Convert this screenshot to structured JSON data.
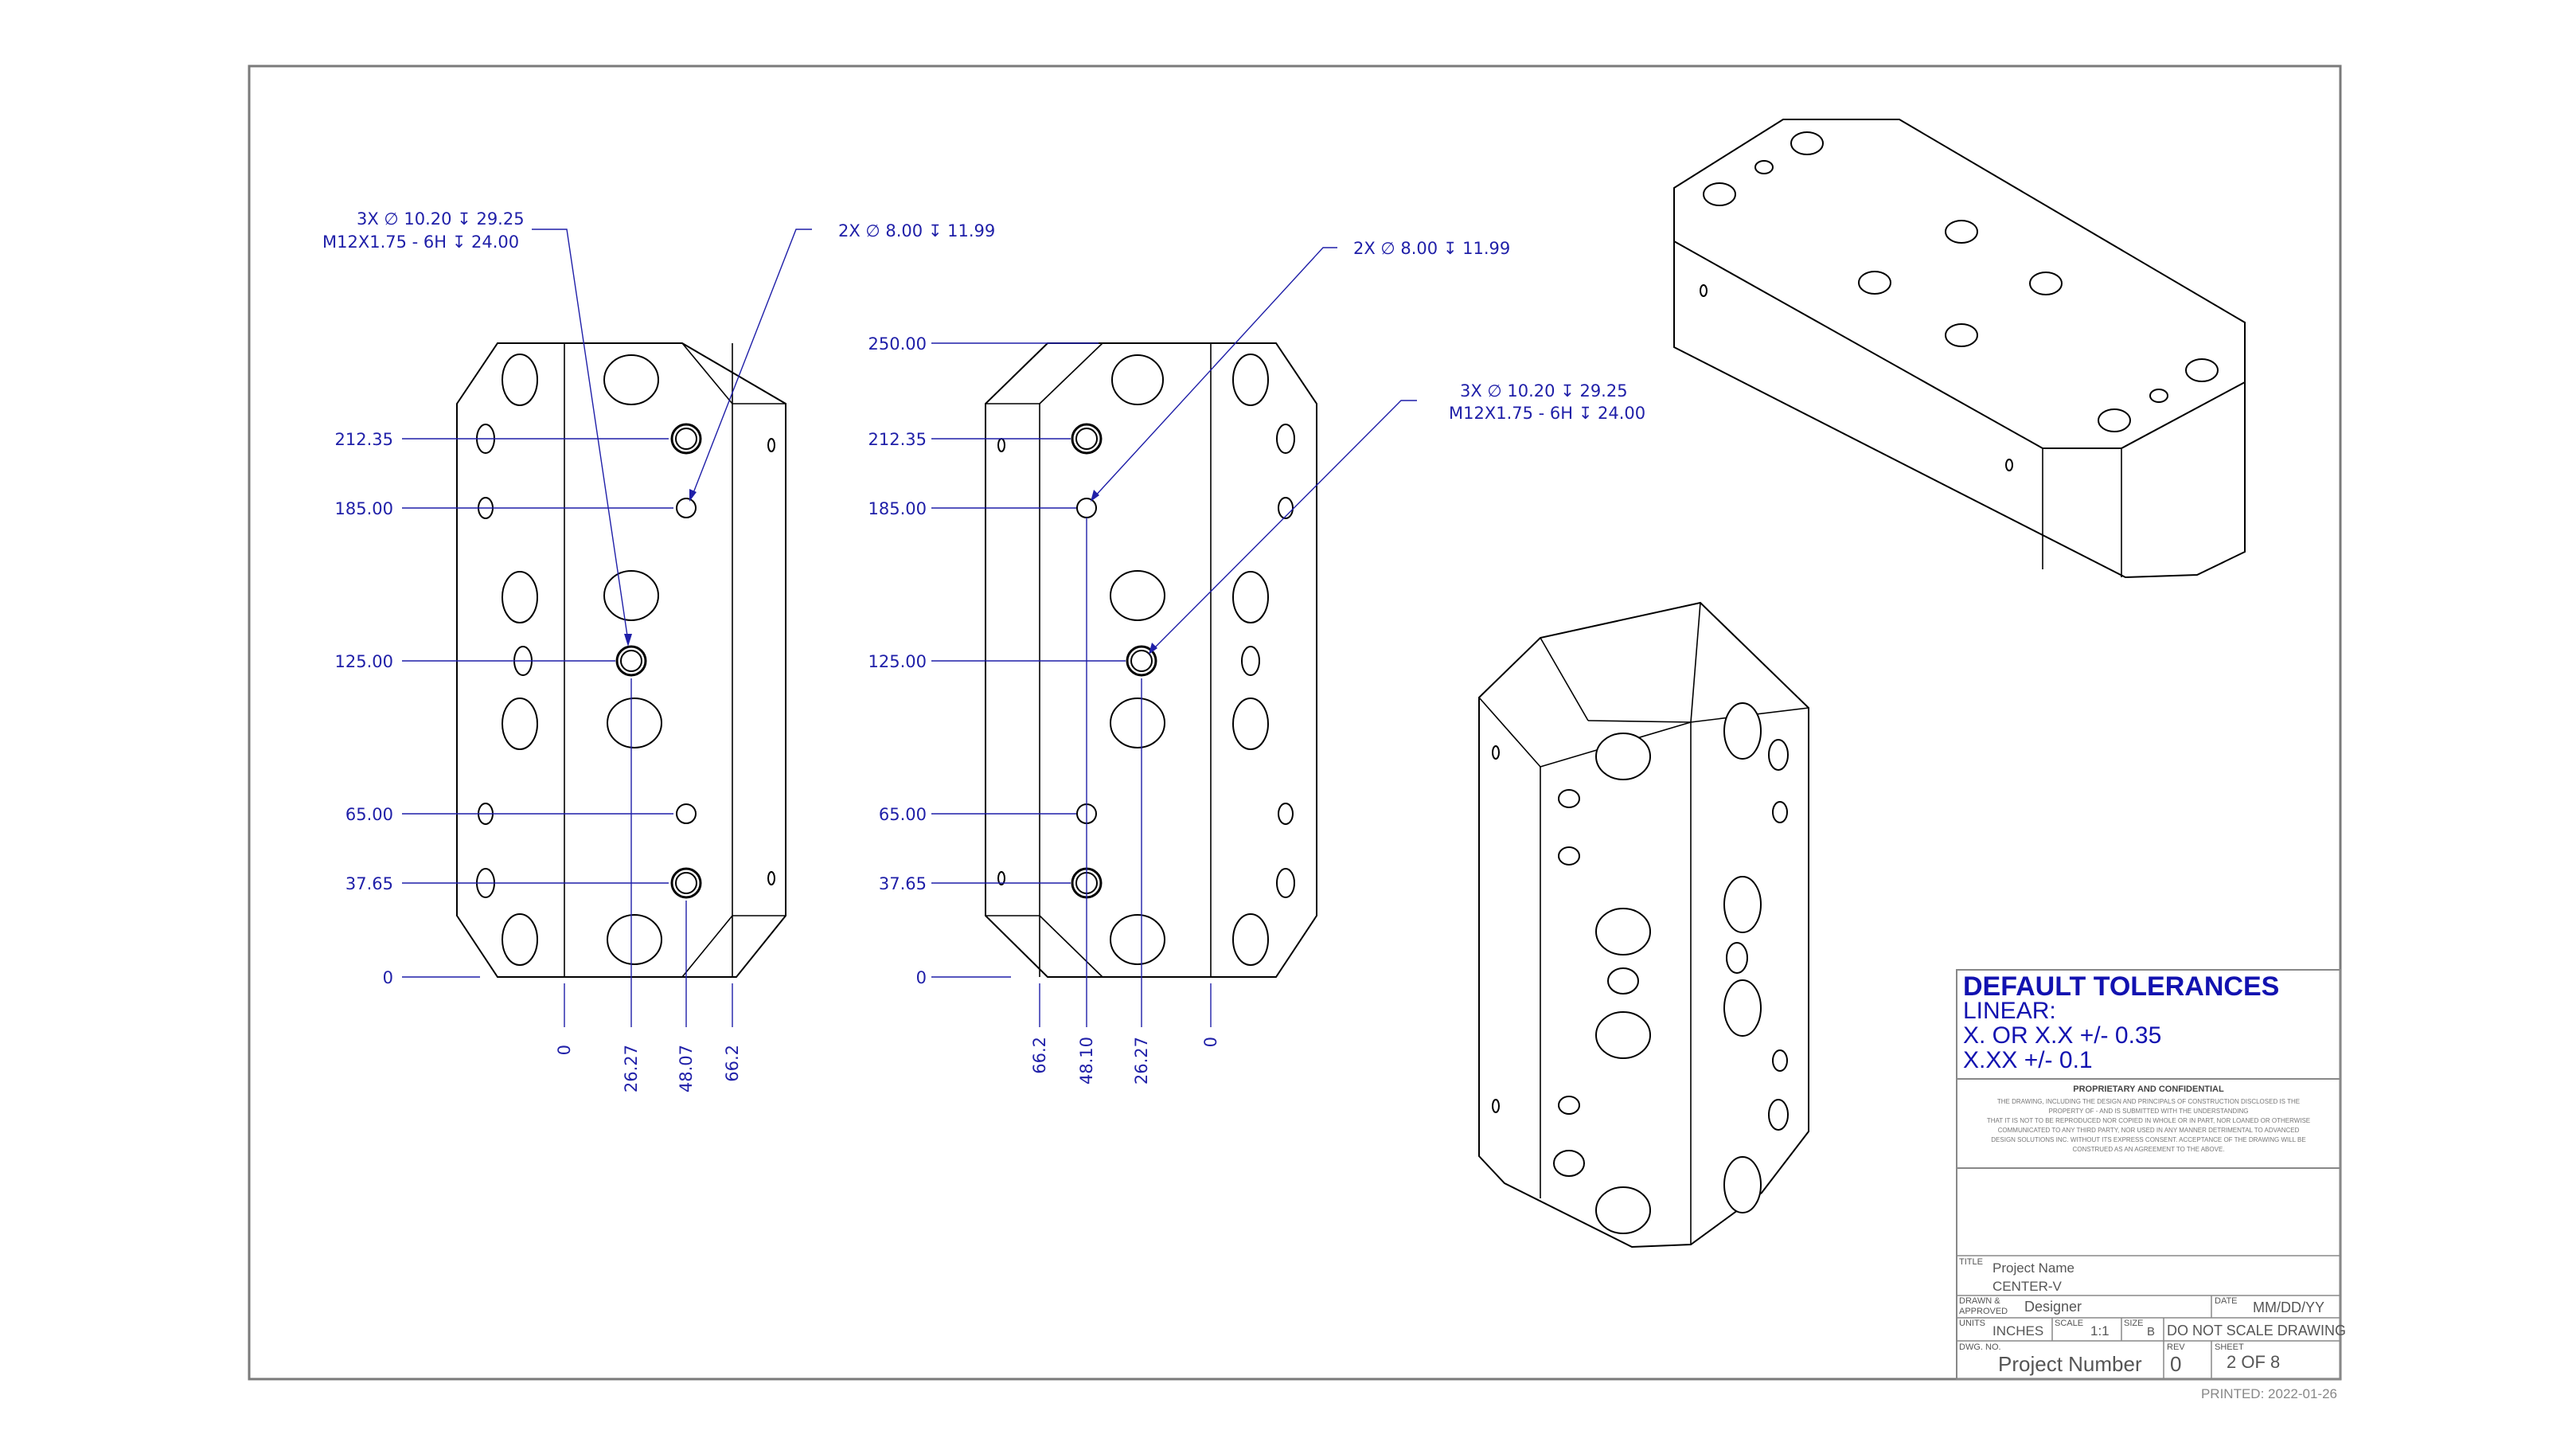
{
  "view1": {
    "callout_a_line1": "3X ∅ 10.20 ↧ 29.25",
    "callout_a_line2": "M12X1.75 - 6H ↧ 24.00",
    "callout_b": "2X ∅ 8.00 ↧ 11.99",
    "y_ordinates": [
      "212.35",
      "185.00",
      "125.00",
      "65.00",
      "37.65",
      "0"
    ],
    "x_ordinates": [
      "0",
      "26.27",
      "48.07",
      "66.2"
    ]
  },
  "view2": {
    "callout_b": "2X ∅ 8.00 ↧ 11.99",
    "callout_a_line1": "3X ∅ 10.20 ↧ 29.25",
    "callout_a_line2": "M12X1.75 - 6H ↧ 24.00",
    "y_ordinates": [
      "250.00",
      "212.35",
      "185.00",
      "125.00",
      "65.00",
      "37.65",
      "0"
    ],
    "x_ordinates": [
      "66.2",
      "48.10",
      "26.27",
      "0"
    ]
  },
  "tolerances": {
    "title": "DEFAULT TOLERANCES",
    "linear": "LINEAR:",
    "line1": "X. OR X.X +/- 0.35",
    "line2": "X.XX +/- 0.1"
  },
  "proprietary": {
    "title": "PROPRIETARY AND CONFIDENTIAL",
    "lines": [
      "THE DRAWING, INCLUDING THE DESIGN AND PRINCIPALS OF CONSTRUCTION DISCLOSED IS THE",
      "PROPERTY OF - AND IS SUBMITTED WITH THE UNDERSTANDING",
      "THAT IT IS NOT TO BE REPRODUCED NOR COPIED IN WHOLE OR IN PART, NOR LOANED OR OTHERWISE",
      "COMMUNICATED TO ANY THIRD PARTY, NOR USED IN ANY MANNER DETRIMENTAL TO ADVANCED",
      "DESIGN SOLUTIONS INC. WITHOUT ITS EXPRESS CONSENT. ACCEPTANCE OF THE DRAWING WILL BE",
      "CONSTRUED AS AN AGREEMENT TO THE ABOVE."
    ]
  },
  "title_block": {
    "title_label": "TITLE",
    "project_name": "Project Name",
    "part_name": "CENTER-V",
    "drawn_label_1": "DRAWN &",
    "drawn_label_2": "APPROVED",
    "designer": "Designer",
    "date_label": "DATE",
    "date": "MM/DD/YY",
    "units_label": "UNITS",
    "units": "INCHES",
    "scale_label": "SCALE",
    "scale": "1:1",
    "size_label": "SIZE",
    "size": "B",
    "do_not_scale": "DO NOT SCALE DRAWING",
    "dwg_label": "DWG. NO.",
    "project_number": "Project Number",
    "rev_label": "REV",
    "rev": "0",
    "sheet_label": "SHEET",
    "sheet": "2 OF 8"
  },
  "printed": "PRINTED: 2022-01-26"
}
